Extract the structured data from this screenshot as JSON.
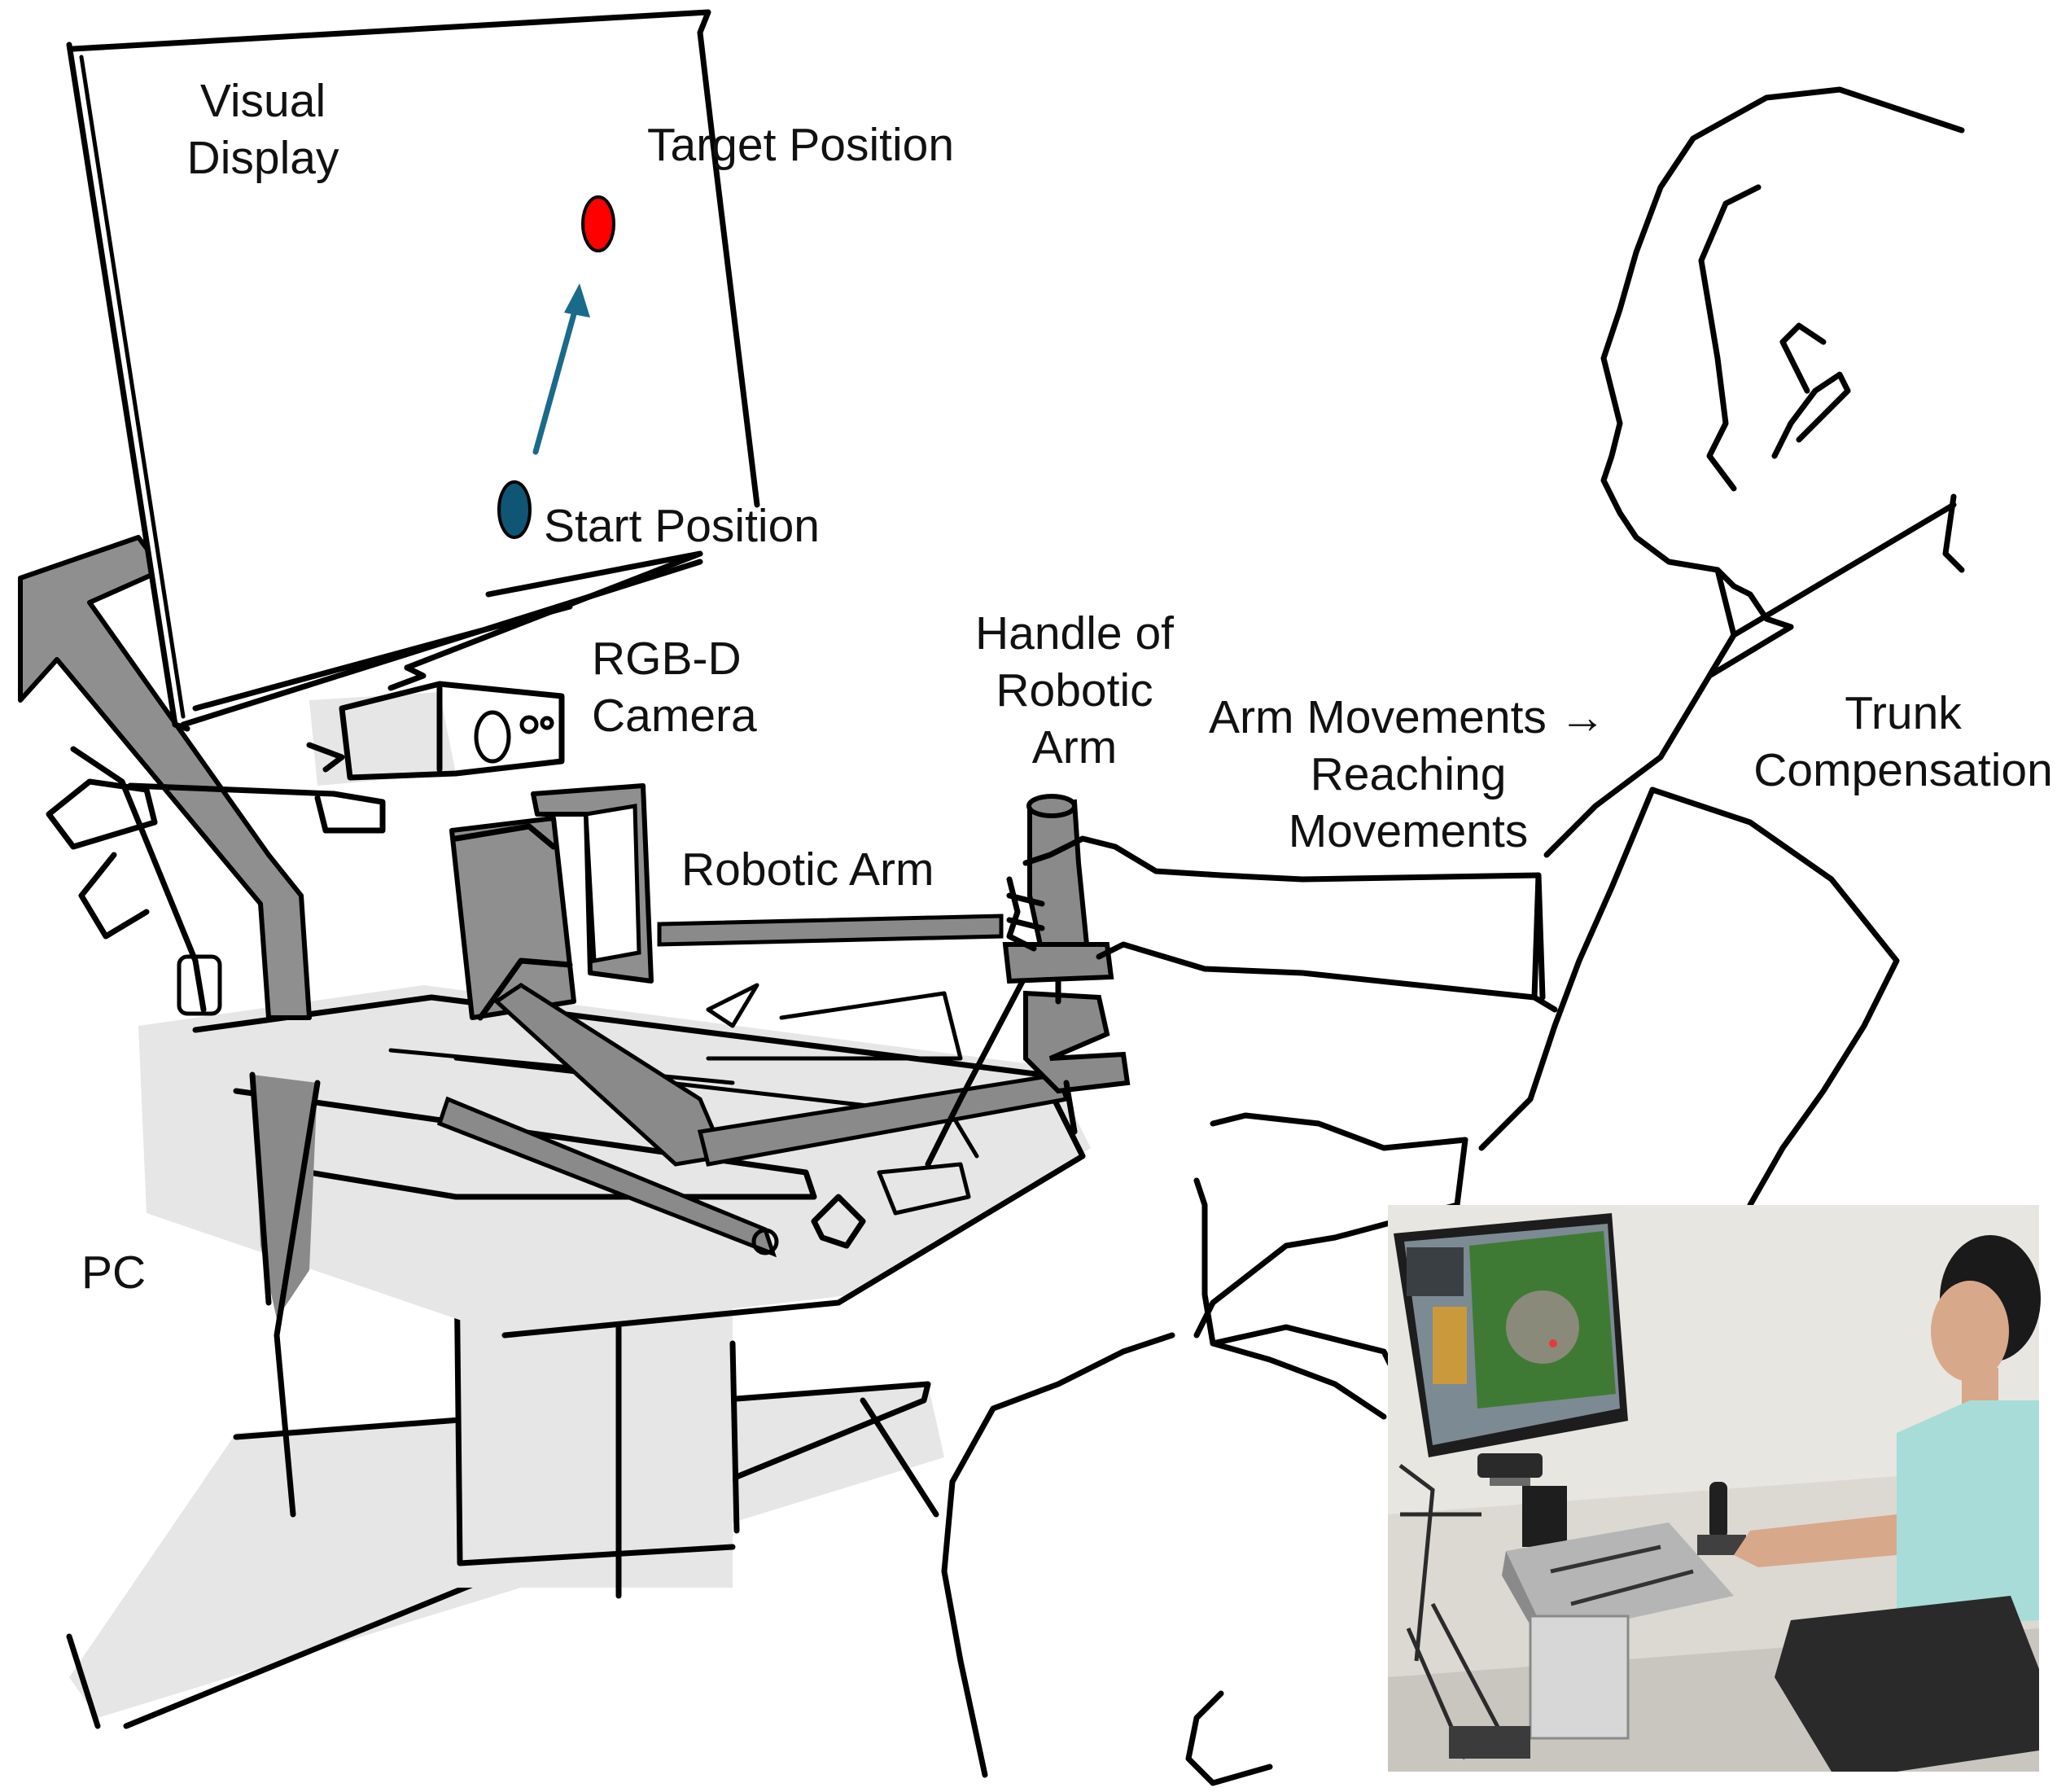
{
  "labels": {
    "visual_display_line1": "Visual",
    "visual_display_line2": "Display",
    "target_position": "Target Position",
    "start_position": "Start Position",
    "rgbd_line1": "RGB-D",
    "rgbd_line2": "Camera",
    "handle_line1": "Handle of",
    "handle_line2": "Robotic",
    "handle_line3": "Arm",
    "arm_movements_line1": "Arm Movements →",
    "arm_movements_line2": "Reaching",
    "arm_movements_line3": "Movements",
    "trunk_line1": "Trunk",
    "trunk_line2": "Compensation",
    "robotic_arm": "Robotic Arm",
    "pc": "PC"
  },
  "colors": {
    "target_dot": "#ff0000",
    "start_dot": "#0f5675",
    "arrow": "#1a6a8a",
    "desk_shade": "#e6e6e6",
    "device_dark": "#8f8f8f",
    "photo_wall": "#dcd9d3",
    "photo_shirt": "#a8dcd8",
    "photo_screen_scene": "#3f7a34"
  },
  "photo_inset": {
    "content": "photograph of a seated participant using the robotic arm in front of a monitor"
  }
}
